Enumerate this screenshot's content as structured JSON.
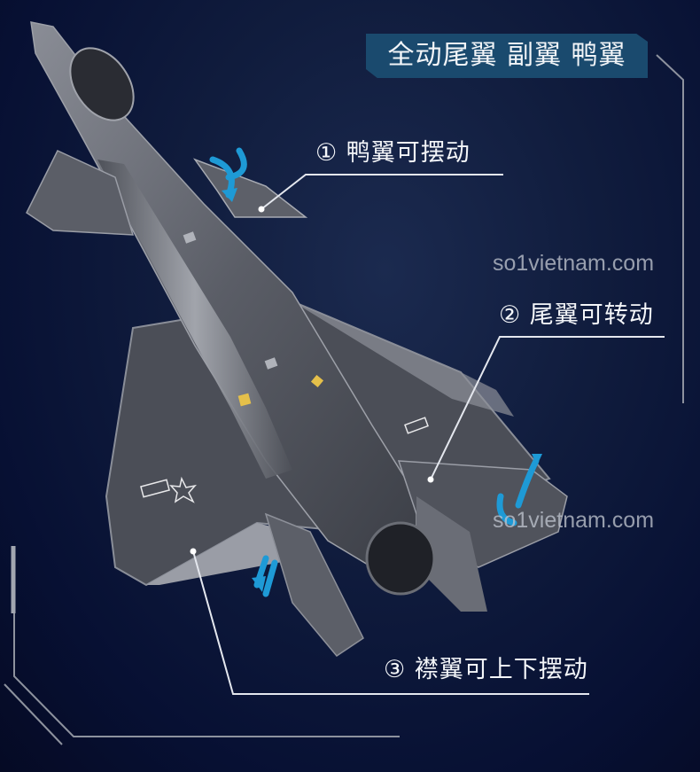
{
  "header": {
    "title": "全动尾翼 副翼 鸭翼"
  },
  "callouts": [
    {
      "index": "①",
      "text": "① 鸭翼可摆动"
    },
    {
      "index": "②",
      "text": "② 尾翼可转动"
    },
    {
      "index": "③",
      "text": "③ 襟翼可上下摆动"
    }
  ],
  "watermarks": [
    "so1vietnam.com",
    "so1vietnam.com"
  ],
  "image": {
    "subject": "fighter-jet-brick-model",
    "icons": [
      "rotate-arrow-icon",
      "rotate-arrow-icon",
      "up-down-arrow-icon"
    ]
  },
  "colors": {
    "background": "#0a1436",
    "badge": "#1a4a6e",
    "arrow": "#1e9ad6",
    "line": "#c8ccd6"
  }
}
